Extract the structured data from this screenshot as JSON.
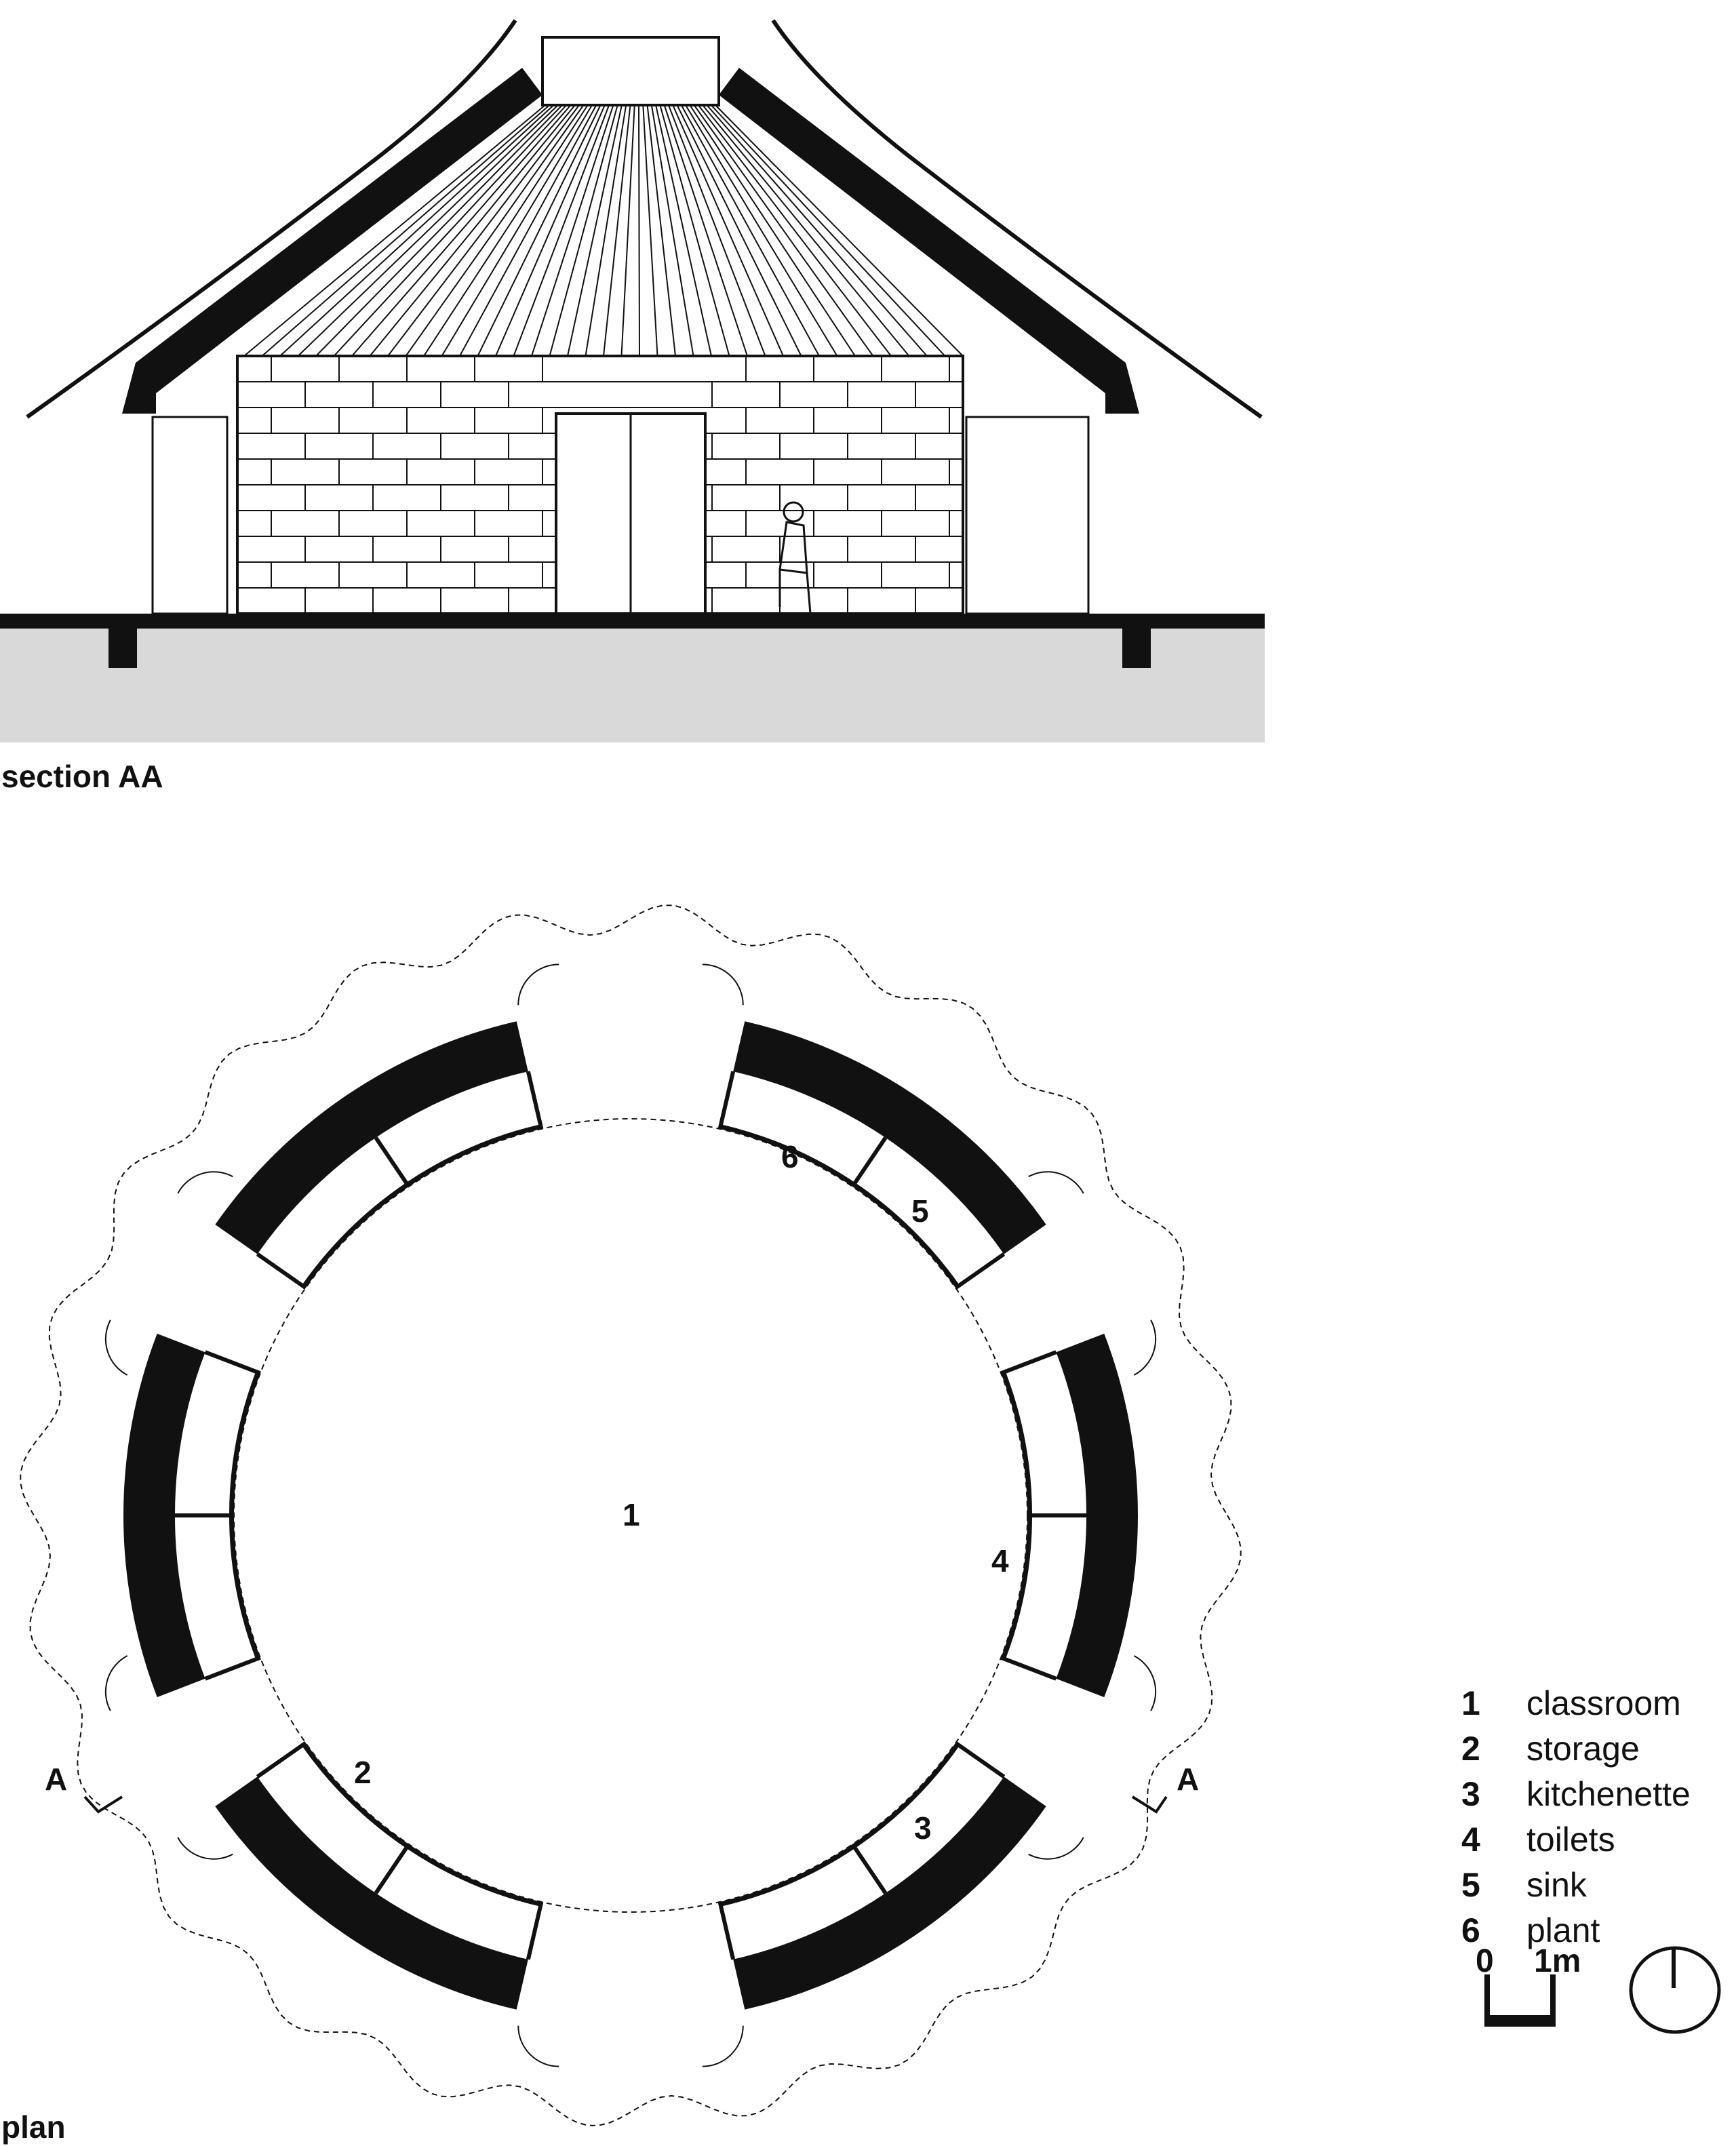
{
  "section_title": "section AA",
  "plan_title": "plan",
  "section_markers": {
    "left": "A",
    "right": "A"
  },
  "rooms": [
    {
      "num": "1",
      "name": "classroom"
    },
    {
      "num": "2",
      "name": "storage"
    },
    {
      "num": "3",
      "name": "kitchenette"
    },
    {
      "num": "4",
      "name": "toilets"
    },
    {
      "num": "5",
      "name": "sink"
    },
    {
      "num": "6",
      "name": "plant"
    }
  ],
  "scale": {
    "start": "0",
    "end": "1m"
  },
  "colors": {
    "ink": "#111111",
    "ground": "#d9d9d9"
  }
}
